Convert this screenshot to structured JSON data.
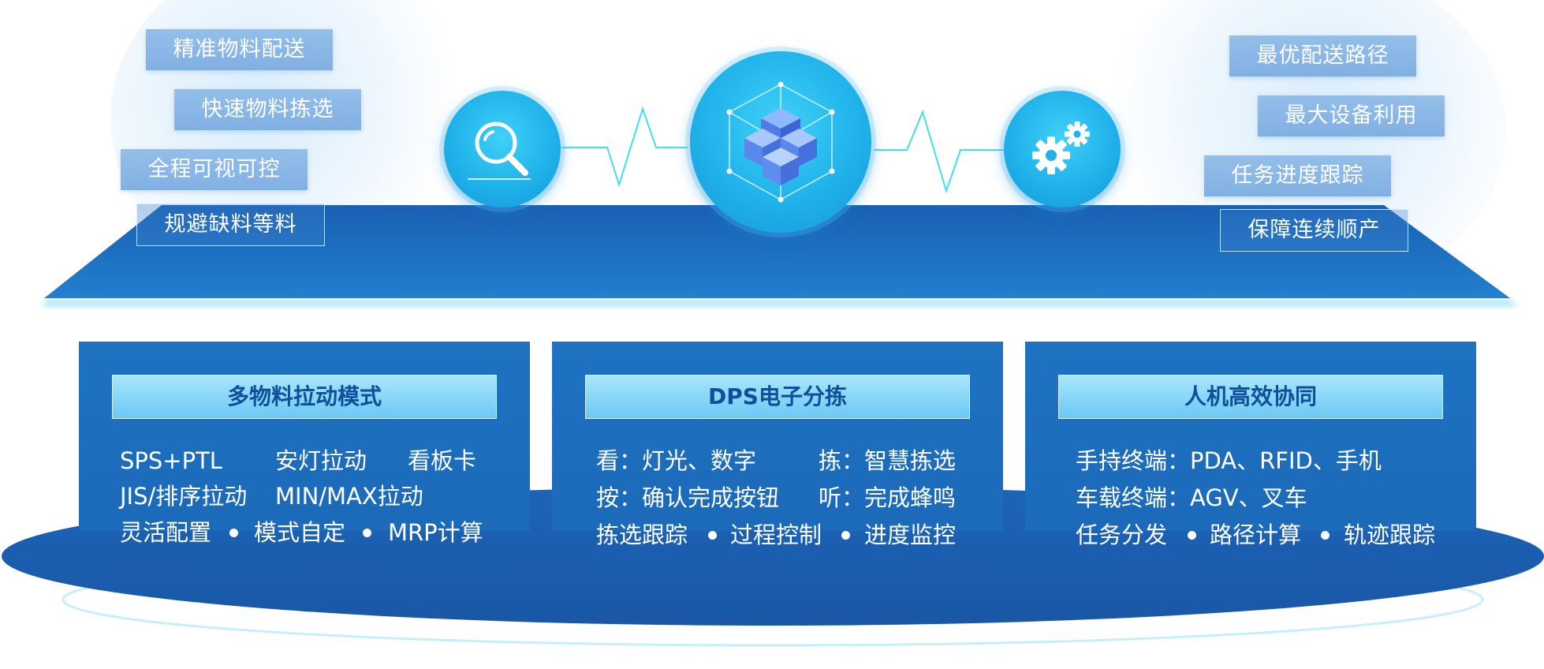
{
  "left_tags": [
    "精准物料配送",
    "快速物料拣选",
    "全程可视可控",
    "规避缺料等料"
  ],
  "right_tags": [
    "最优配送路径",
    "最大设备利用",
    "任务进度跟踪",
    "保障连续顺产"
  ],
  "icons": {
    "left": "search-icon",
    "center": "cube-network-icon",
    "right": "gears-icon"
  },
  "boxes": [
    {
      "title": "多物料拉动模式",
      "rows": [
        [
          "SPS+PTL",
          "安灯拉动",
          "看板卡"
        ],
        [
          "JIS/排序拉动",
          "MIN/MAX拉动"
        ],
        [
          "灵活配置",
          "模式自定",
          "MRP计算"
        ]
      ]
    },
    {
      "title": "DPS电子分拣",
      "rows": [
        [
          "看：灯光、数字",
          "拣：智慧拣选"
        ],
        [
          "按：确认完成按钮",
          "听：完成蜂鸣"
        ],
        [
          "拣选跟踪",
          "过程控制",
          "进度监控"
        ]
      ]
    },
    {
      "title": "人机高效协同",
      "rows": [
        [
          "手持终端：PDA、RFID、手机"
        ],
        [
          "车载终端：AGV、叉车"
        ],
        [
          "任务分发",
          "路径计算",
          "轨迹跟踪"
        ]
      ]
    }
  ],
  "colors": {
    "platform": "#1c6fc0",
    "box": "#1e72c2",
    "header": "#8bd6f7",
    "circle": "#22b4ec",
    "pulse": "#3fe0f5"
  }
}
